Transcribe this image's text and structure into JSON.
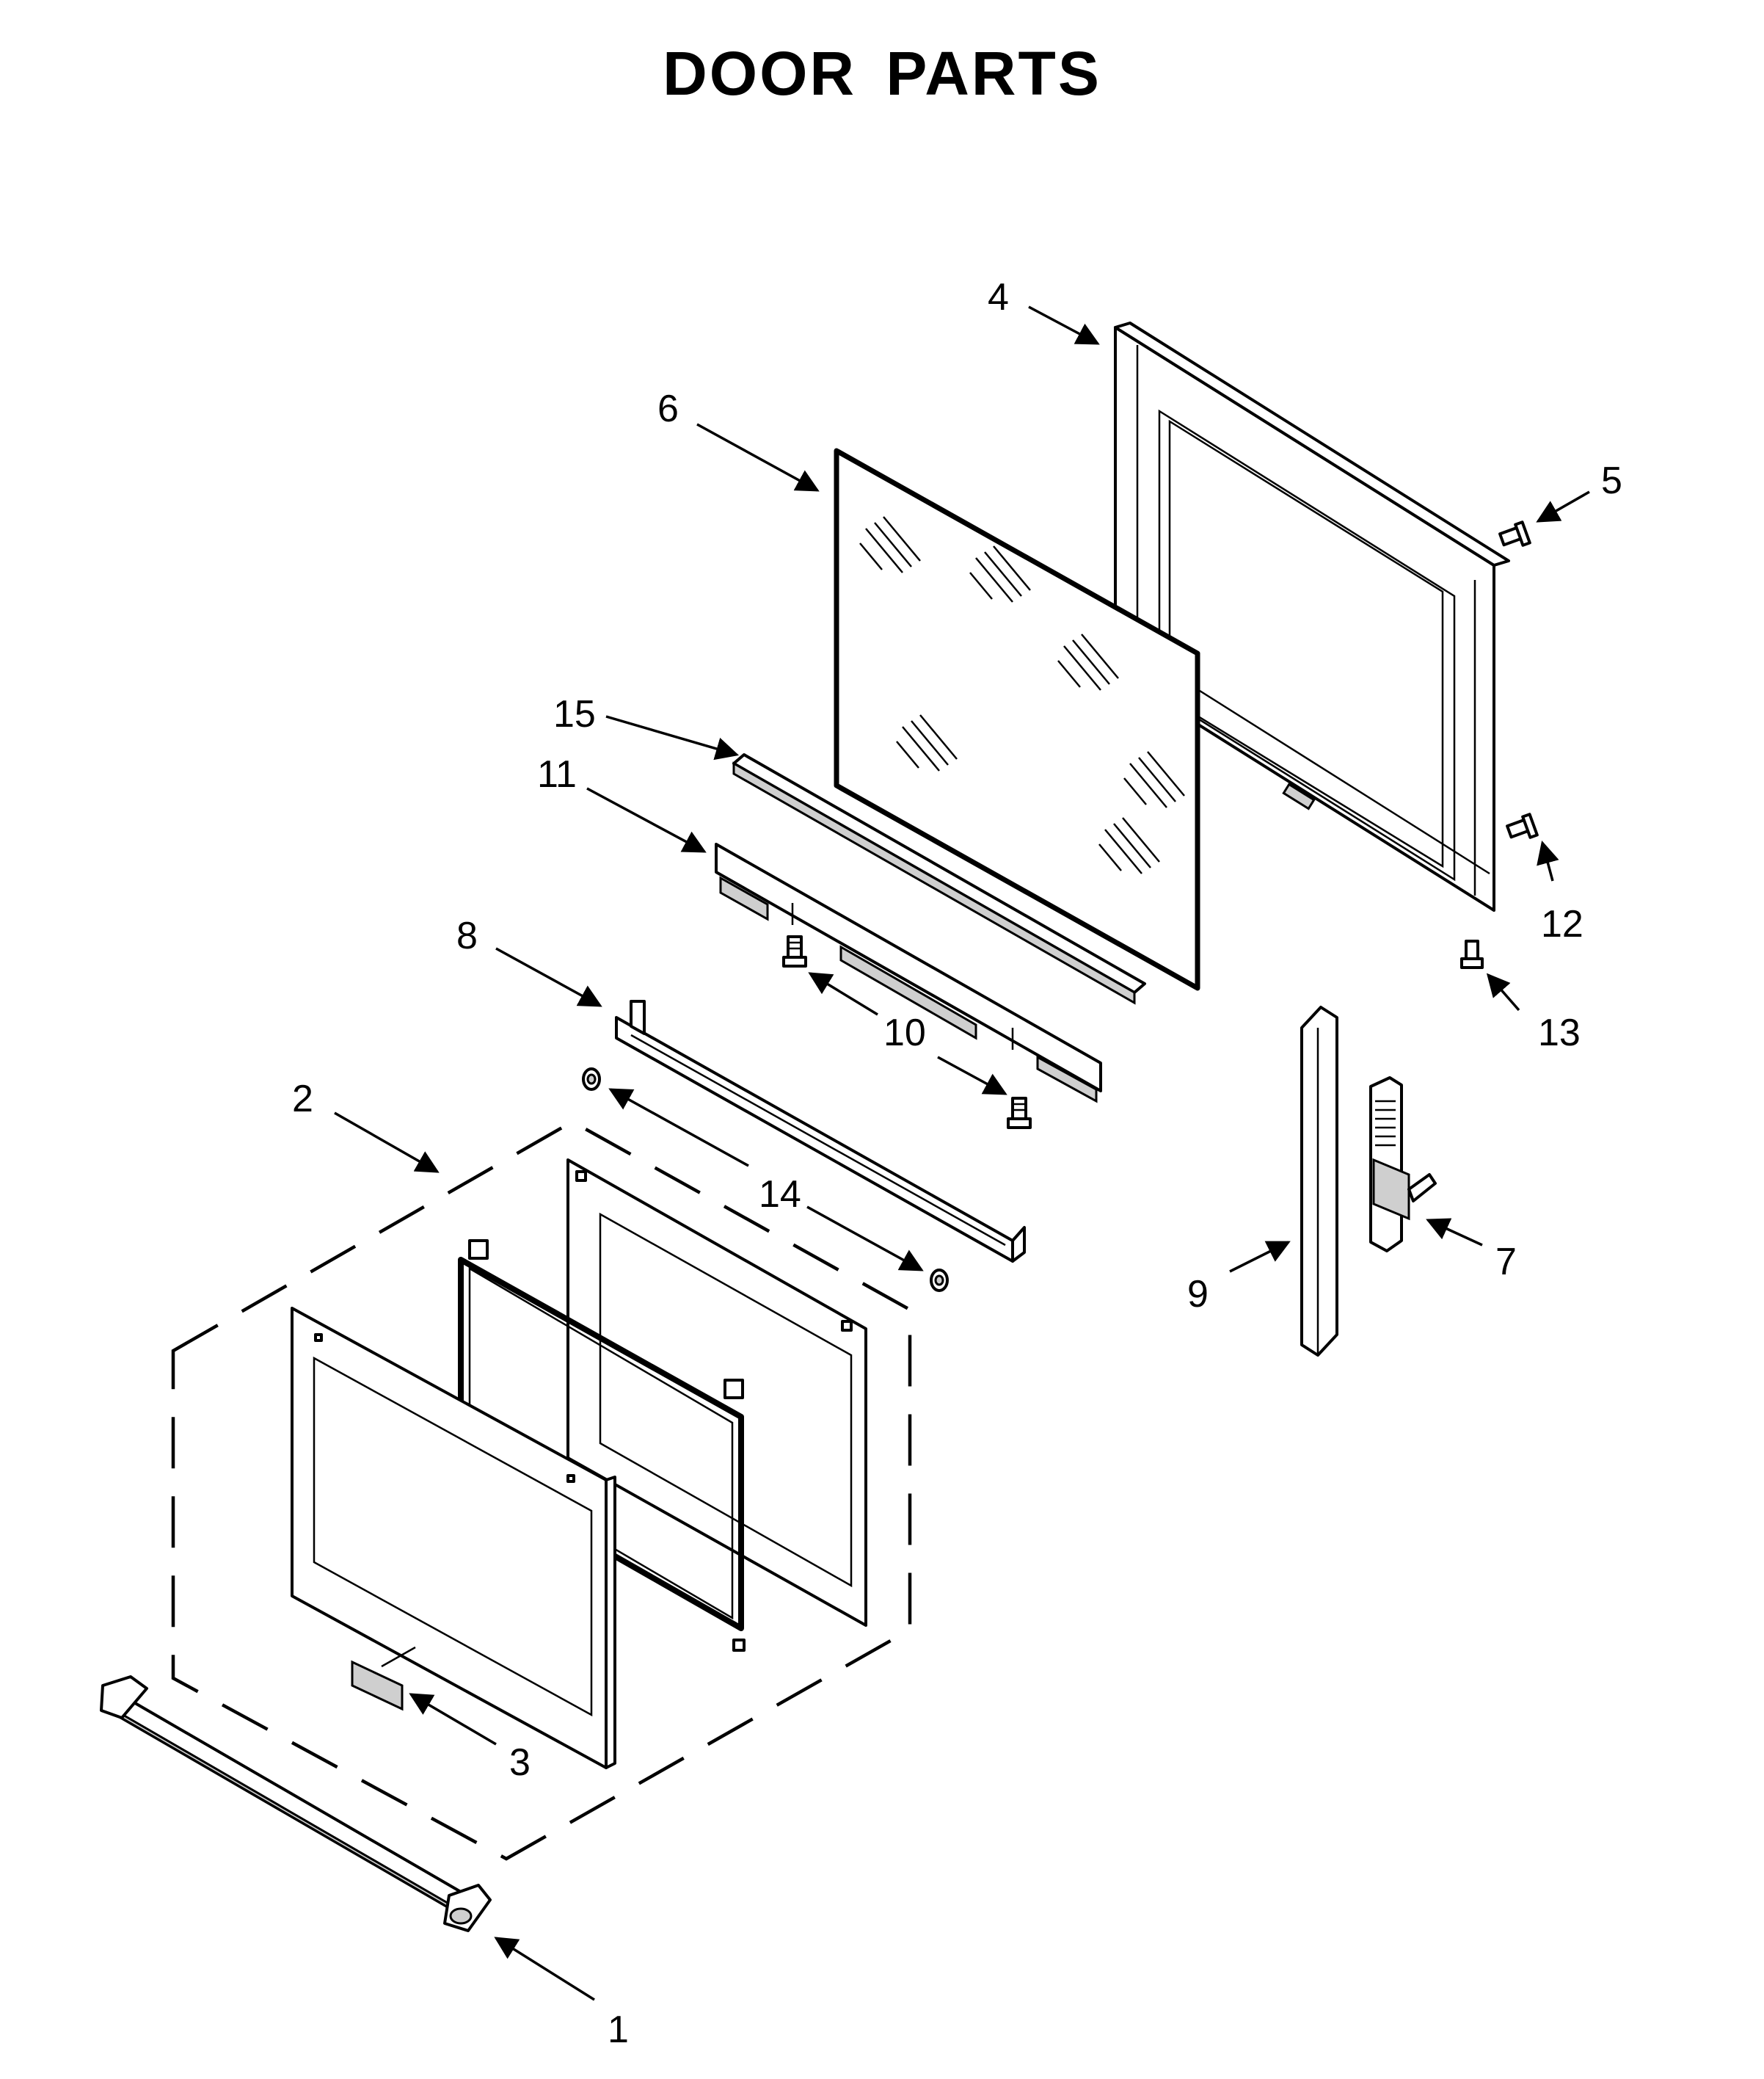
{
  "title": "DOOR PARTS",
  "callouts": [
    {
      "id": "c1",
      "label": "1"
    },
    {
      "id": "c2",
      "label": "2"
    },
    {
      "id": "c3",
      "label": "3"
    },
    {
      "id": "c4",
      "label": "4"
    },
    {
      "id": "c5",
      "label": "5"
    },
    {
      "id": "c6",
      "label": "6"
    },
    {
      "id": "c7",
      "label": "7"
    },
    {
      "id": "c8",
      "label": "8"
    },
    {
      "id": "c9",
      "label": "9"
    },
    {
      "id": "c10",
      "label": "10"
    },
    {
      "id": "c11",
      "label": "11"
    },
    {
      "id": "c12",
      "label": "12"
    },
    {
      "id": "c13",
      "label": "13"
    },
    {
      "id": "c14",
      "label": "14"
    },
    {
      "id": "c15",
      "label": "15"
    }
  ]
}
